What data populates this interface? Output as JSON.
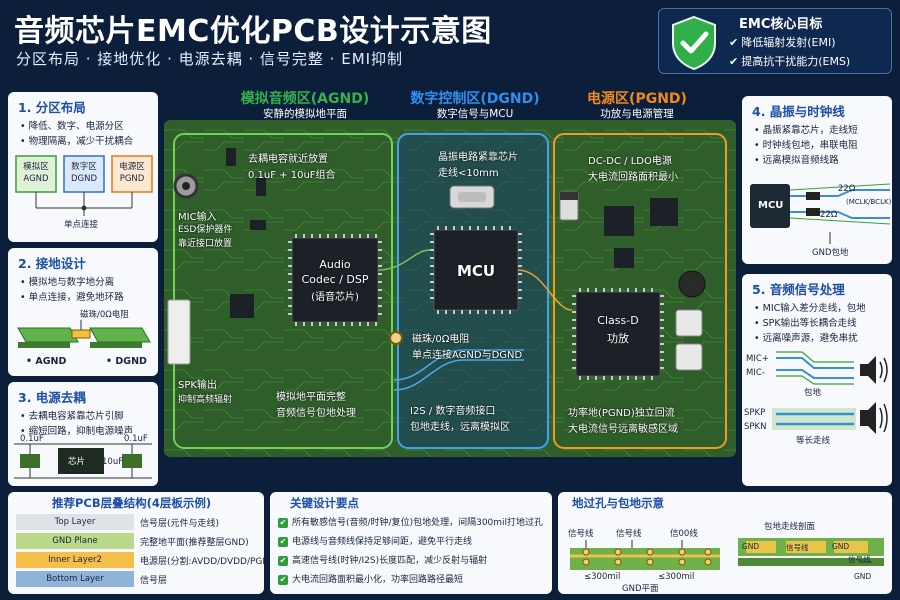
{
  "header": {
    "title": "音频芯片EMC优化PCB设计示意图",
    "subtitle": "分区布局 · 接地优化 · 电源去耦 · 信号完整 · EMI抑制"
  },
  "emc_goals": {
    "title": "EMC核心目标",
    "items": [
      "降低辐射发射(EMI)",
      "提高抗干扰能力(EMS)"
    ]
  },
  "panel1": {
    "title": "1. 分区布局",
    "bullets": [
      "降低、数字、电源分区",
      "物理隔离，减少干扰耦合"
    ],
    "blocks": [
      {
        "name": "模拟区",
        "net": "AGND"
      },
      {
        "name": "数字区",
        "net": "DGND"
      },
      {
        "name": "电源区",
        "net": "PGND"
      }
    ],
    "join_label": "单点连接"
  },
  "panel2": {
    "title": "2. 接地设计",
    "bullets": [
      "模拟地与数字地分离",
      "单点连接，避免地环路"
    ],
    "bead_label": "磁珠/0Ω电阻",
    "left_label": "AGND",
    "right_label": "DGND"
  },
  "panel3": {
    "title": "3. 电源去耦",
    "bullets": [
      "去耦电容紧靠芯片引脚",
      "缩短回路，抑制电源噪声"
    ],
    "chip_label": "芯片",
    "cap1": "0.1uF",
    "cap2": "10uF"
  },
  "panel4": {
    "title": "4. 晶振与时钟线",
    "bullets": [
      "晶振紧靠芯片，走线短",
      "时钟线包地，串联电阻",
      "远离模拟音频线路"
    ],
    "mcu_label": "MCU",
    "res1": "22Ω",
    "res2": "22Ω",
    "signal_label": "(MCLK/BCLK)",
    "gnd_label": "GND包地"
  },
  "panel5": {
    "title": "5. 音频信号处理",
    "bullets": [
      "MIC输入差分走线，包地",
      "SPK输出等长耦合走线",
      "远离噪声源，避免串扰"
    ],
    "mic_p": "MIC+",
    "mic_n": "MIC-",
    "guard_label": "包地",
    "spk_p": "SPKP",
    "spk_n": "SPKN",
    "equal_label": "等长走线"
  },
  "pcb": {
    "zones": [
      {
        "title": "模拟音频区(AGND)",
        "sub": "安静的模拟地平面",
        "color": "#36b24a"
      },
      {
        "title": "数字控制区(DGND)",
        "sub": "数字信号与MCU",
        "color": "#2f8ff0"
      },
      {
        "title": "电源区(PGND)",
        "sub": "功放与电源管理",
        "color": "#f08a1c"
      }
    ],
    "labels": {
      "decap": "去耦电容就近放置",
      "decap_val": "0.1uF + 10uF组合",
      "mic": "MIC输入",
      "mic_esd": "ESD保护器件",
      "mic_port": "靠近接口放置",
      "codec": [
        "Audio",
        "Codec / DSP",
        "(语音芯片)"
      ],
      "spk": "SPK输出",
      "spk_sub": "抑制高频辐射",
      "agnd_plane": "模拟地平面完整",
      "agnd_plane_sub": "音频信号包地处理",
      "crystal": "晶振电路紧靠芯片",
      "crystal_sub": "走线<10mm",
      "mcu": "MCU",
      "bead": "磁珠/0Ω电阻",
      "bead_sub": "单点连接AGND与DGND",
      "i2s": "I2S / 数字音频接口",
      "i2s_sub": "包地走线，远离模拟区",
      "dcdc": "DC-DC / LDO电源",
      "dcdc_sub": "大电流回路面积最小",
      "classd": [
        "Class-D",
        "功放"
      ],
      "pgnd": "功率地(PGND)独立回流",
      "pgnd_sub": "大电流信号远离敏感区域"
    }
  },
  "stackup": {
    "title": "推荐PCB层叠结构(4层板示例)",
    "layers": [
      {
        "name": "Top Layer",
        "desc": "信号层(元件与走线)",
        "color": "#dfe3e8"
      },
      {
        "name": "GND Plane",
        "desc": "完整地平面(推荐整层GND)",
        "color": "#bcd98a"
      },
      {
        "name": "Inner Layer2",
        "desc": "电源层(分割:AVDD/DVDD/PGND)",
        "color": "#f4c04a"
      },
      {
        "name": "Bottom Layer",
        "desc": "信号层",
        "color": "#8fb4d8"
      }
    ]
  },
  "keypoints": {
    "title": "关键设计要点",
    "items": [
      "所有敏感信号(音频/时钟/复位)包地处理，间隔300mil打地过孔",
      "电源线与音频线保持足够间距，避免平行走线",
      "高速信号线(时钟/I2S)长度匹配，减少反射与辐射",
      "大电流回路面积最小化，功率回路路径最短"
    ]
  },
  "vias": {
    "title": "地过孔与包地示意",
    "sig1": "信号线",
    "sig2": "信号线",
    "sig3": "信00线",
    "dist1": "≤300mil",
    "dist2": "≤300mil",
    "gnd_plane": "GND平面",
    "section_title": "包地走线剖面",
    "sec_gnd_l": "GND",
    "sec_sig": "信号线",
    "sec_gnd_r": "GND",
    "sec_side": "信号线",
    "sec_bottom": "GND"
  }
}
